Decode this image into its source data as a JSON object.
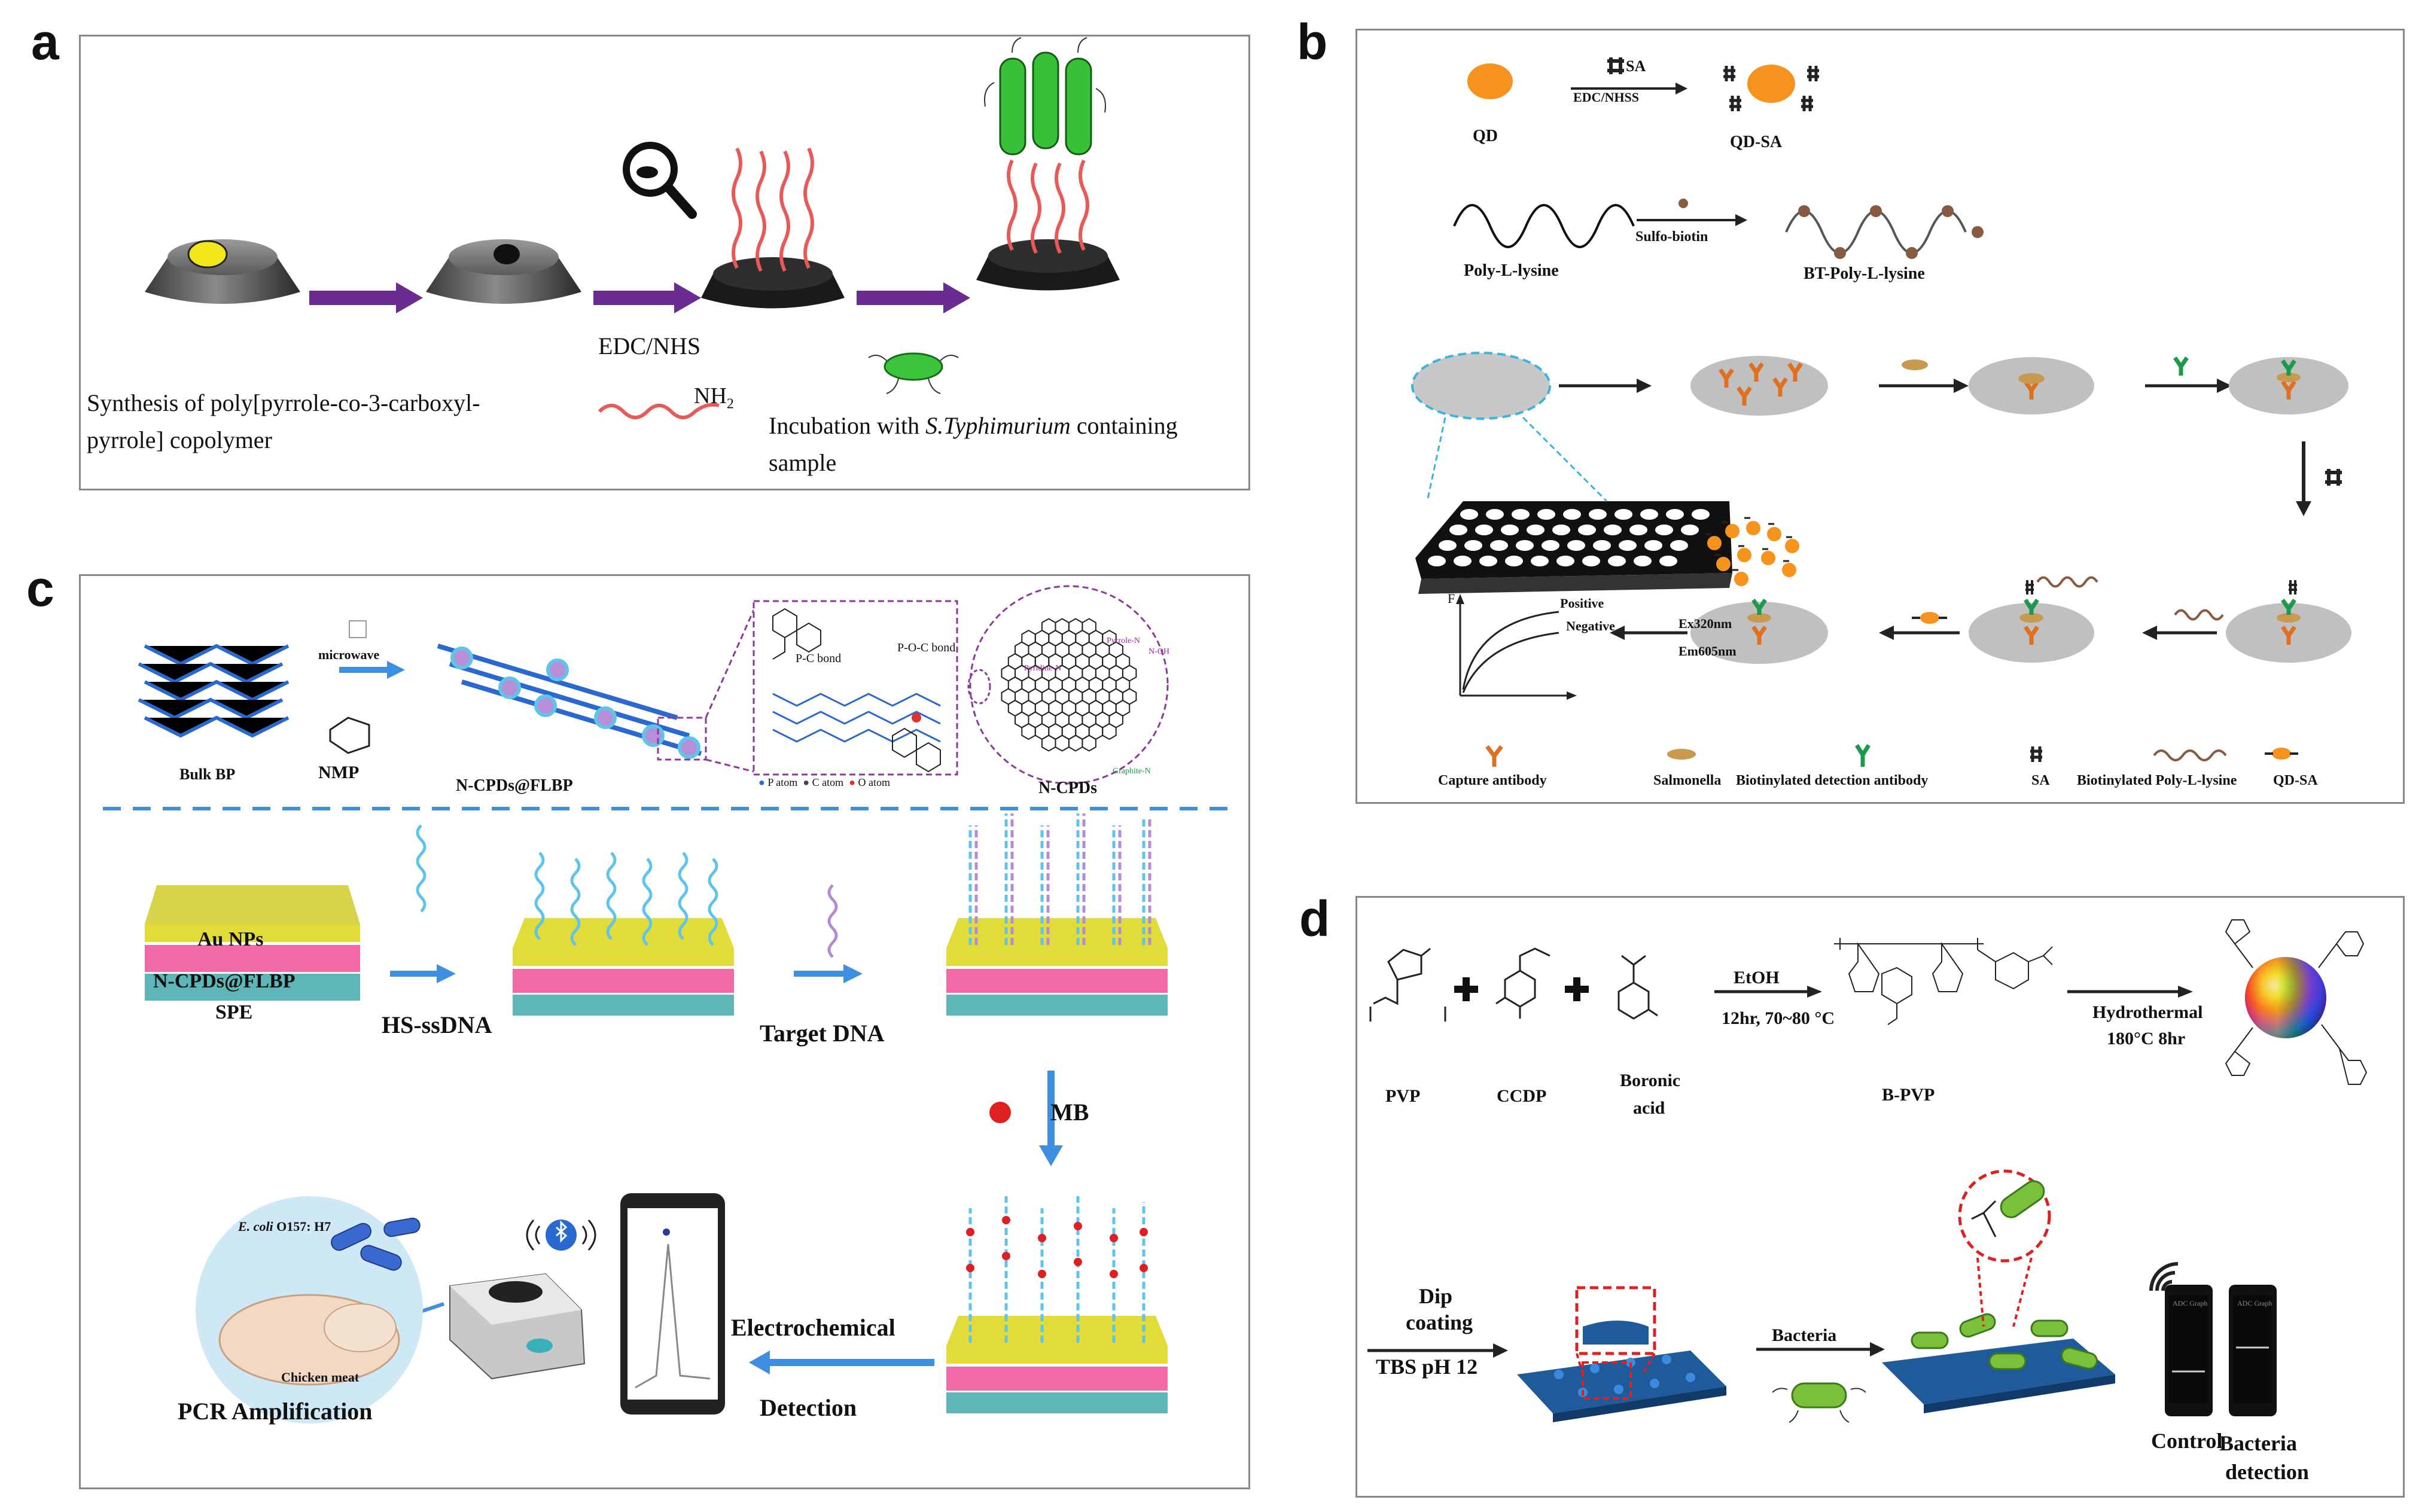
{
  "panels": {
    "a": {
      "label": "a",
      "reagent": "EDC/NHS",
      "amine_sub": "NH",
      "amine_num": "2",
      "synthesis_line1": "Synthesis  of poly[pyrrole-co-3-carboxyl-",
      "synthesis_line2": "pyrrole]  copolymer",
      "incubation_pre": "Incubation  with ",
      "incubation_species": "S.Typhimurium",
      "incubation_post": " containing",
      "incubation_line2": "sample"
    },
    "b": {
      "label": "b",
      "sa_arrow": "SA",
      "edc": "EDC/NHSS",
      "qd": "QD",
      "qd_sa": "QD-SA",
      "poly": "Poly-L-lysine",
      "sulfo": "Sulfo-biotin",
      "bt_poly": "BT-Poly-L-lysine",
      "f_axis": "F",
      "positive": "Positive",
      "negative": "Negative",
      "ex": "Ex320nm",
      "em": "Em605nm",
      "legend": [
        "Capture  antibody",
        "Salmonella",
        "Biotinylated detection antibody",
        "SA",
        "Biotinylated Poly-L-lysine",
        "QD-SA"
      ]
    },
    "c": {
      "label": "c",
      "microwave": "microwave",
      "bulk": "Bulk BP",
      "nmp": "NMP",
      "ncpds_flbp": "N-CPDs@FLBP",
      "pc_bond": "P-C bond",
      "poc_bond": "P-O-C bond",
      "atoms": [
        "P atom",
        "C atom",
        "O atom"
      ],
      "ncpds": "N-CPDs",
      "n_types": [
        "Pyrrole-N",
        "Pyridine-N",
        "Graphite-N",
        "N-OH"
      ],
      "layers": [
        "Au NPs",
        "N-CPDs@FLBP",
        "SPE"
      ],
      "hs_ssdna": "HS-ssDNA",
      "target": "Target DNA",
      "mb": "MB",
      "ecoli": "E. coli",
      "ecoli_strain": " O157: H7",
      "chicken": "Chicken meat",
      "pcr": "PCR Amplification",
      "electro": "Electrochemical",
      "detection": "Detection"
    },
    "d": {
      "label": "d",
      "etoh": "EtOH",
      "cond1": "12hr, 70~80 °C",
      "hydro": "Hydrothermal",
      "cond2": "180°C 8hr",
      "pvp": "PVP",
      "ccdp": "CCDP",
      "boronic1": "Boronic",
      "boronic2": "acid",
      "bpvp": "B-PVP",
      "dip1": "Dip",
      "dip2": "coating",
      "tbs": "TBS pH 12",
      "bacteria": "Bacteria",
      "control": "Control",
      "bact_det1": "Bacteria",
      "bact_det2": "detection",
      "phone_title": "ADC Graph"
    }
  },
  "colors": {
    "purple_arrow": "#6a2c91",
    "blue_arrow": "#3f8fe0",
    "dark_arrow": "#222222",
    "yellow": "#e8e23a",
    "pink": "#e8469a",
    "teal": "#5fb6b8",
    "green_bact": "#3cc43c",
    "orange_ab": "#e07020",
    "gray_disc": "#bdbdbd"
  }
}
